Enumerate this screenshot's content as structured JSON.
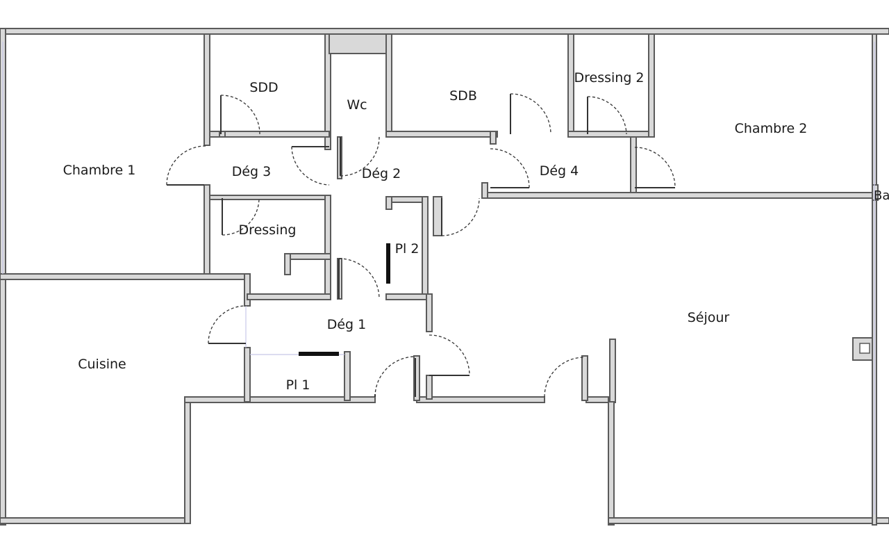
{
  "plan": {
    "rooms": {
      "chambre1": "Chambre 1",
      "sdd": "SDD",
      "wc": "Wc",
      "sdb": "SDB",
      "dressing2": "Dressing 2",
      "chambre2": "Chambre 2",
      "deg3": "Dég 3",
      "deg2": "Dég 2",
      "deg4": "Dég 4",
      "dressing": "Dressing",
      "pl2": "Pl 2",
      "deg1": "Dég 1",
      "pl1": "Pl 1",
      "sejour": "Séjour",
      "cuisine": "Cuisine",
      "balcon_partial": "Ba"
    },
    "colors": {
      "wall_fill": "#d9d9d9",
      "wall_stroke": "#5a5a5a",
      "text": "#1a1a1a"
    }
  }
}
